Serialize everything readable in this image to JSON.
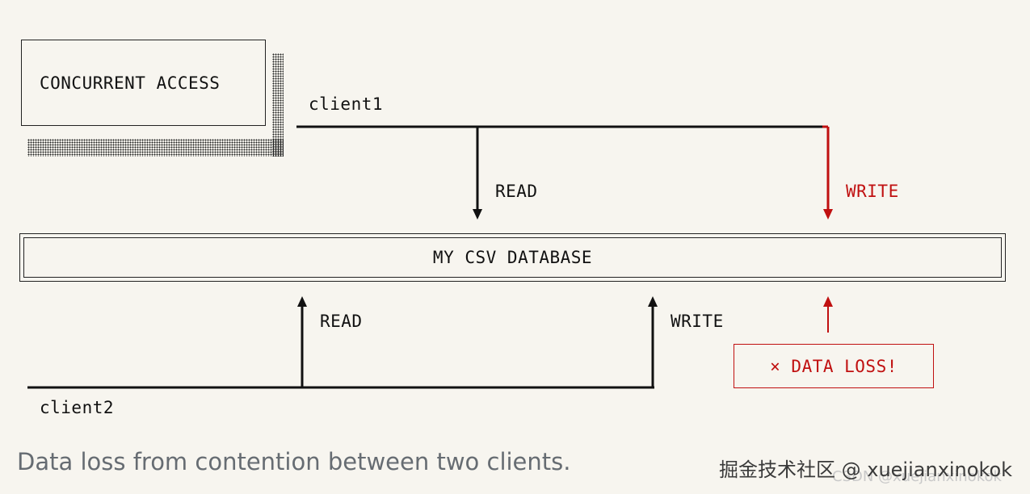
{
  "diagram": {
    "title": "CONCURRENT ACCESS",
    "client1_label": "client1",
    "client2_label": "client2",
    "database_label": "MY CSV DATABASE",
    "client1_read_label": "READ",
    "client1_write_label": "WRITE",
    "client2_read_label": "READ",
    "client2_write_label": "WRITE",
    "data_loss_label": "× DATA LOSS!"
  },
  "caption": "Data loss from contention between two clients.",
  "watermark": "掘金技术社区 @ xuejianxinokok",
  "watermark_secondary": "CSDN @xuejianxinokok",
  "colors": {
    "background": "#f7f5ef",
    "ink": "#111111",
    "accent_red": "#c01010",
    "caption": "#666c72"
  }
}
